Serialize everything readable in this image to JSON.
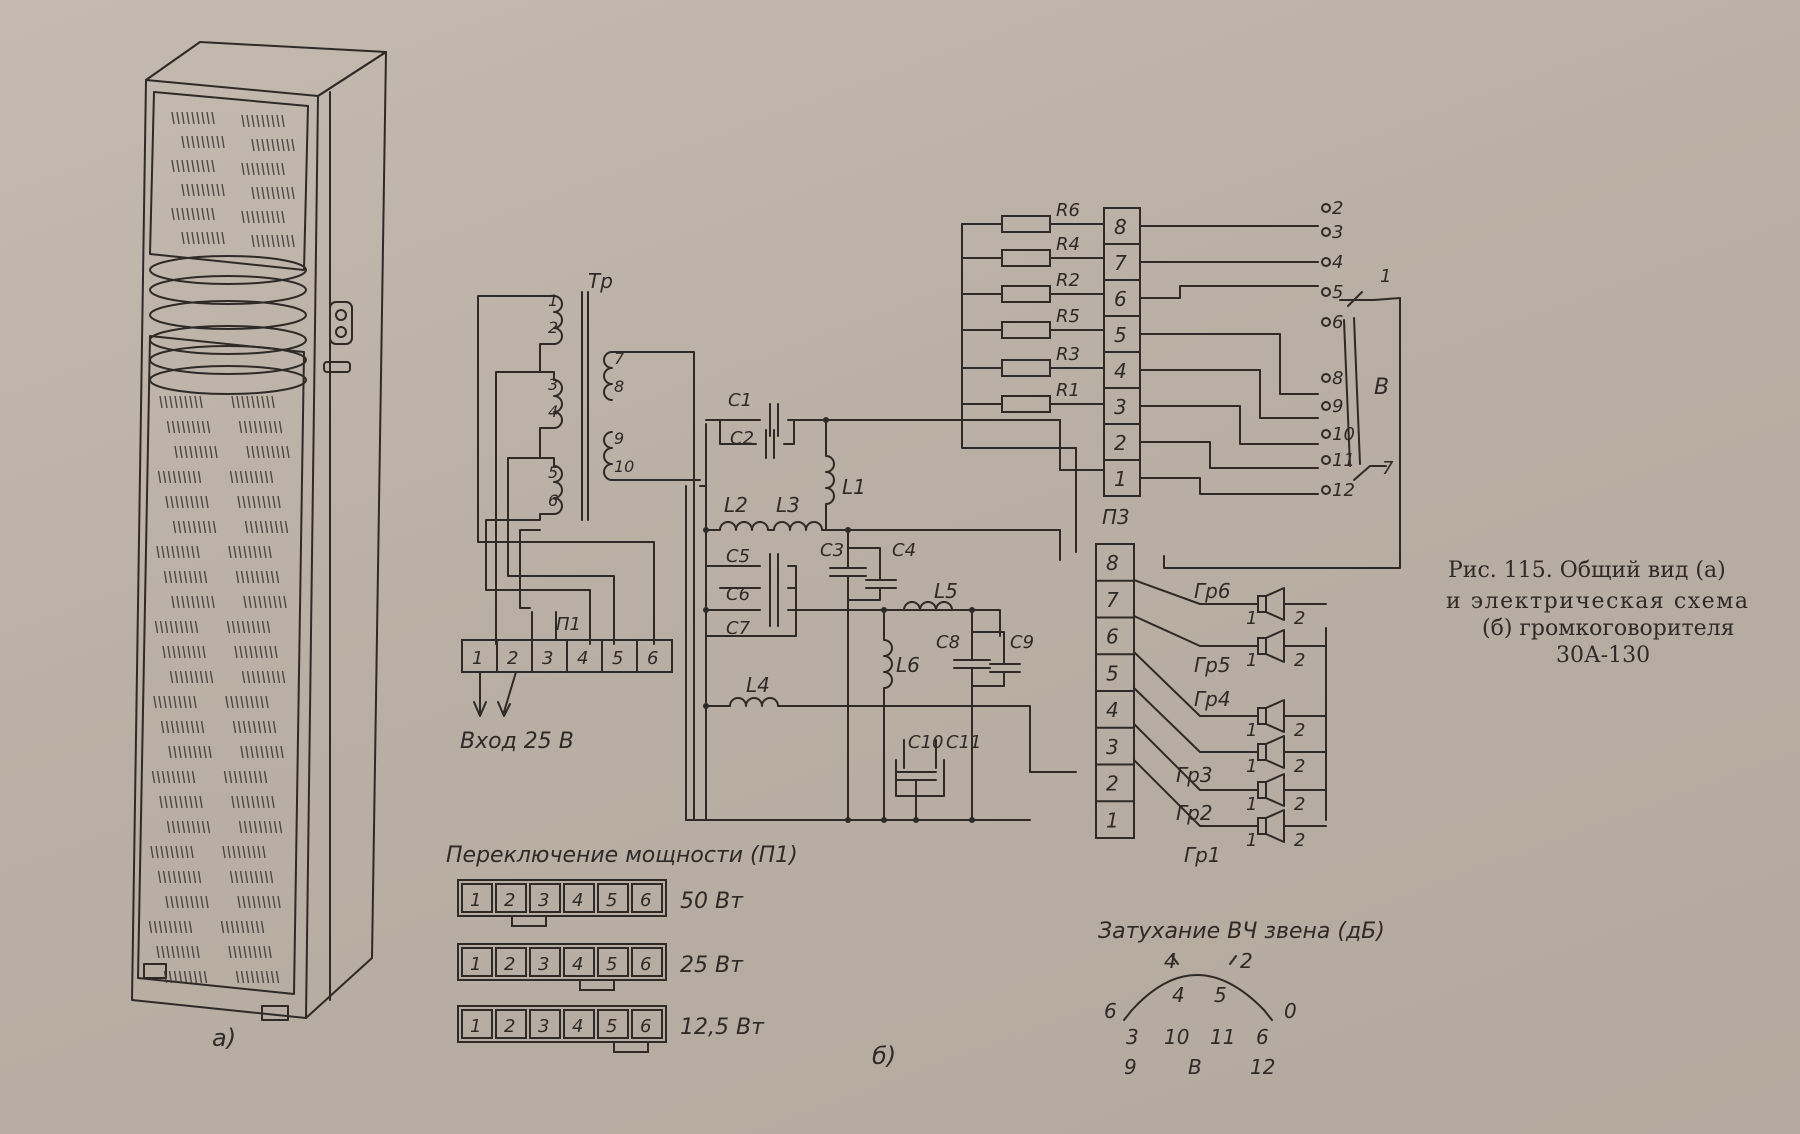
{
  "caption": {
    "line1": "Рис. 115. Общий вид (а)",
    "line2": "и электрическая схема",
    "line3": "(б) громкоговорителя",
    "line4": "30А-130"
  },
  "panel_a_label": "а)",
  "panel_b_label": "б)",
  "schematic": {
    "transformer": "Тр",
    "transformer_taps_primary": [
      "1",
      "2",
      "3",
      "4",
      "5",
      "6"
    ],
    "transformer_taps_secondary": [
      "7",
      "8",
      "9",
      "10"
    ],
    "capacitors": [
      "C1",
      "C2",
      "C3",
      "C4",
      "C5",
      "C6",
      "C7",
      "C8",
      "C9",
      "C10",
      "C11"
    ],
    "inductors": [
      "L1",
      "L2",
      "L3",
      "L4",
      "L5",
      "L6"
    ],
    "resistors": [
      "R6",
      "R4",
      "R2",
      "R5",
      "R3",
      "R1"
    ],
    "p3_label": "П3",
    "p3_upper_pins": [
      "8",
      "7",
      "6",
      "5",
      "4",
      "3",
      "2",
      "1"
    ],
    "p3_lower_pins": [
      "8",
      "7",
      "6",
      "5",
      "4",
      "3",
      "2",
      "1"
    ],
    "switch_label": "В",
    "switch_contacts_left": [
      "2",
      "3",
      "4",
      "5",
      "6",
      "8",
      "9",
      "10",
      "11",
      "12"
    ],
    "switch_contacts_right": [
      "1",
      "7"
    ],
    "speakers": [
      "Гр6",
      "Гр5",
      "Гр4",
      "Гр3",
      "Гр2",
      "Гр1"
    ],
    "speaker_pin_1": "1",
    "speaker_pin_2": "2",
    "p1_label": "П1",
    "p1_pins": [
      "1",
      "2",
      "3",
      "4",
      "5",
      "6"
    ],
    "input_label": "Вход 25 В"
  },
  "power_switching": {
    "title": "Переключение мощности (П1)",
    "pins": [
      "1",
      "2",
      "3",
      "4",
      "5",
      "6"
    ],
    "rows": [
      {
        "label": "50 Вт"
      },
      {
        "label": "25 Вт"
      },
      {
        "label": "12,5 Вт"
      }
    ]
  },
  "attenuation": {
    "title": "Затухание ВЧ звена (дБ)",
    "outer": [
      "6",
      "4",
      "2",
      "0"
    ],
    "inner": [
      "4",
      "5"
    ],
    "bottom_row1": [
      "3",
      "10",
      "11",
      "6"
    ],
    "bottom_row2": [
      "9",
      "В",
      "12"
    ]
  }
}
